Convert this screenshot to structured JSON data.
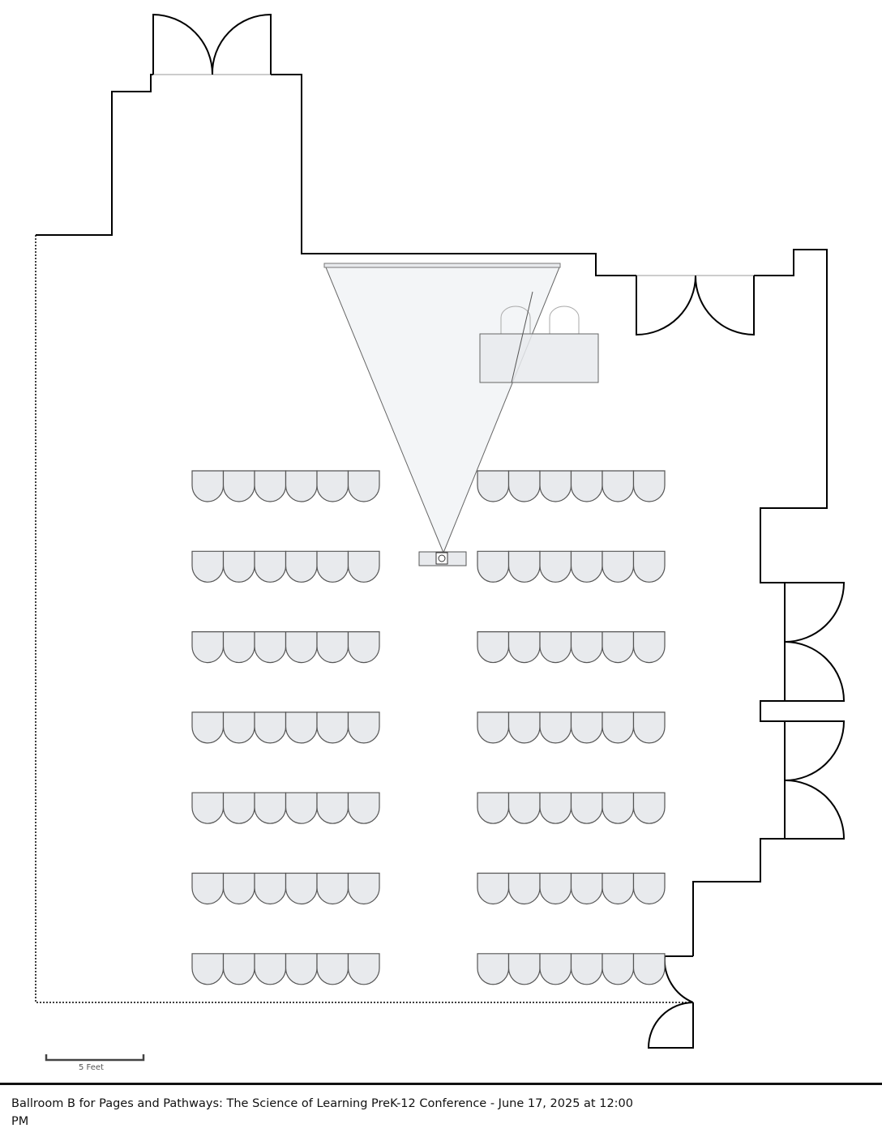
{
  "caption": "Ballroom B for Pages and Pathways: The Science of Learning PreK-12 Conference - June 17, 2025 at 12:00 PM",
  "scale": {
    "label": "5 Feet"
  },
  "seating": {
    "rows_per_side": 7,
    "chairs_per_row": 6,
    "sides": [
      "left",
      "right"
    ]
  },
  "colors": {
    "wall": "#000000",
    "chair_fill": "#e8eaed",
    "chair_stroke": "#555555",
    "projection_fill": "#f3f5f7",
    "table_fill": "#e8eaed"
  }
}
